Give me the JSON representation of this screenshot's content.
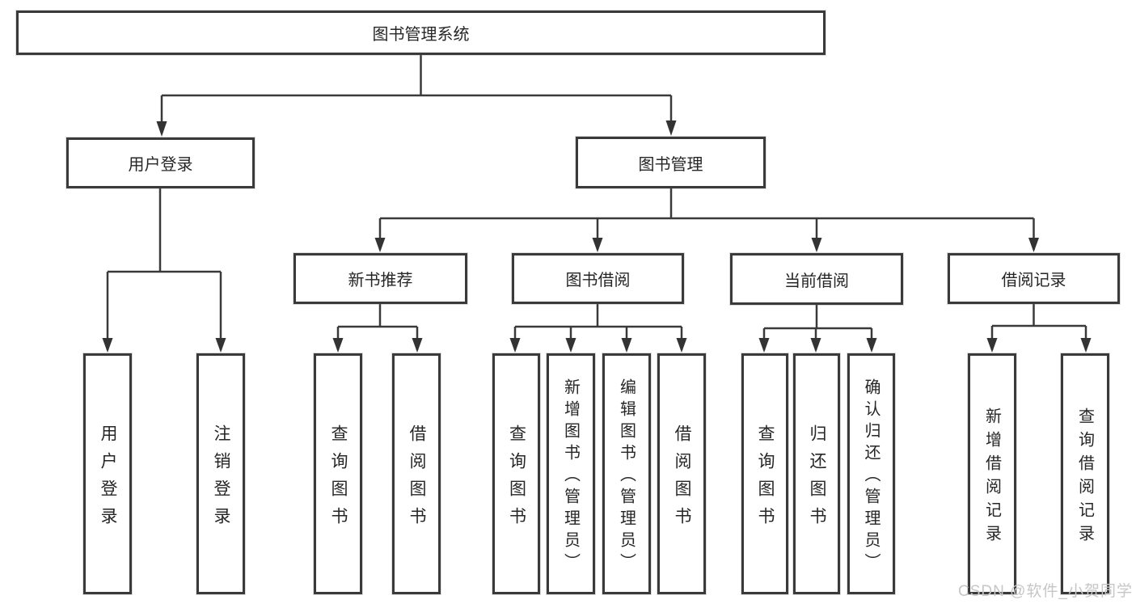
{
  "diagram": {
    "root": "图书管理系统",
    "level2": {
      "user_login": "用户登录",
      "book_mgmt": "图书管理"
    },
    "level3": {
      "new_books": "新书推荐",
      "borrow": "图书借阅",
      "current": "当前借阅",
      "records": "借阅记录"
    },
    "leaves": {
      "user_login": [
        "用户登录",
        "注销登录"
      ],
      "new_books": [
        "查询图书",
        "借阅图书"
      ],
      "borrow": [
        "查询图书",
        "新增图书（管理员）",
        "编辑图书（管理员）",
        "借阅图书"
      ],
      "current": [
        "查询图书",
        "归还图书",
        "确认归还（管理员）"
      ],
      "records": [
        "新增借阅记录",
        "查询借阅记录"
      ]
    }
  },
  "watermark": "CSDN @软件_小贺同学",
  "colors": {
    "line": "#3a3a3a",
    "box_border": "#3a3a3a",
    "text": "#262626",
    "watermark": "#c6c6c6",
    "background": "#ffffff"
  }
}
